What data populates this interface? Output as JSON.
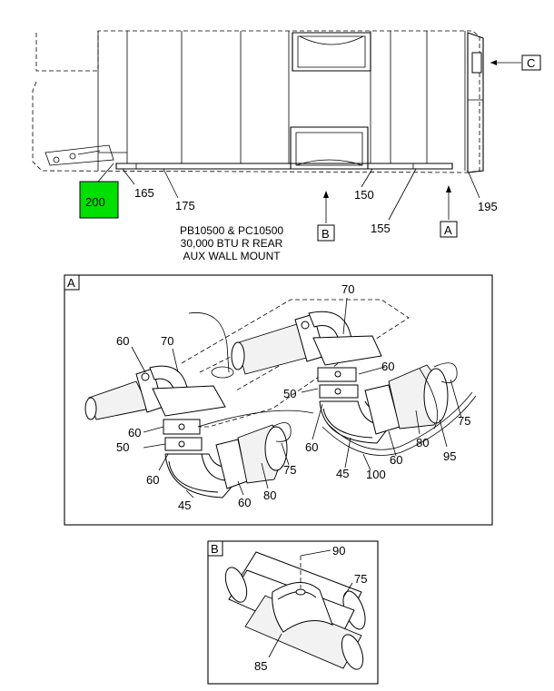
{
  "callouts": {
    "c200": "200",
    "c165": "165",
    "c175": "175",
    "c150": "150",
    "c155": "155",
    "c195": "195",
    "boxC": "C",
    "boxB": "B",
    "boxA": "A",
    "a70_right": "70",
    "a60_right_top": "60",
    "a50_right": "50",
    "a60_right_mid": "60",
    "a75_right": "75",
    "a80_right": "80",
    "a95": "95",
    "a60_right_low": "60",
    "a45_right": "45",
    "a100": "100",
    "a60_left_top": "60",
    "a70_left": "70",
    "a60_left_mid": "60",
    "a50_left": "50",
    "a60_left_low": "60",
    "a75_left": "75",
    "a45_left": "45",
    "a60_left_bottom": "60",
    "a80_left": "80",
    "b90": "90",
    "b75": "75",
    "b85": "85"
  },
  "caption": {
    "line1": "PB10500 & PC10500",
    "line2": "30,000 BTU R REAR",
    "line3": "AUX WALL MOUNT"
  },
  "detail_a": {
    "tag": "A"
  },
  "detail_b": {
    "tag": "B"
  },
  "colors": {
    "highlight": "#00e000",
    "ink": "#000000",
    "background": "#ffffff"
  }
}
